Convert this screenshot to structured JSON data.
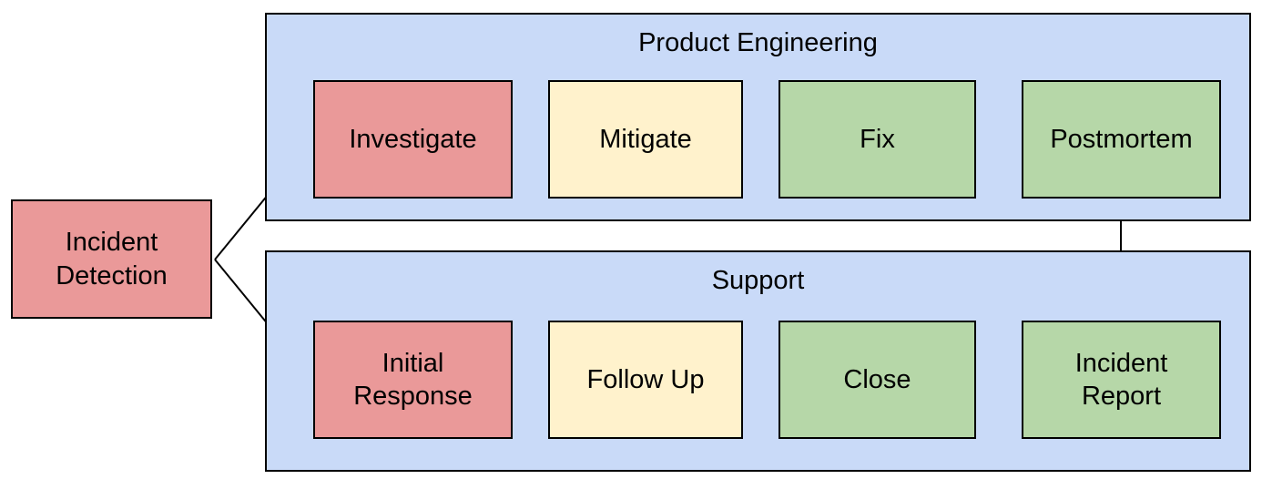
{
  "diagram": {
    "type": "flowchart",
    "source_node": {
      "id": "incident-detection",
      "label": "Incident\nDetection",
      "fill": "#EA9999"
    },
    "lanes": [
      {
        "label": "Product Engineering",
        "fill": "#C9DAF8",
        "nodes": [
          {
            "id": "investigate",
            "label": "Investigate",
            "fill": "#EA9999"
          },
          {
            "id": "mitigate",
            "label": "Mitigate",
            "fill": "#FFF2CC"
          },
          {
            "id": "fix",
            "label": "Fix",
            "fill": "#B6D7A8"
          },
          {
            "id": "postmortem",
            "label": "Postmortem",
            "fill": "#B6D7A8"
          }
        ]
      },
      {
        "label": "Support",
        "fill": "#C9DAF8",
        "nodes": [
          {
            "id": "initial-response",
            "label": "Initial\nResponse",
            "fill": "#EA9999"
          },
          {
            "id": "follow-up",
            "label": "Follow Up",
            "fill": "#FFF2CC"
          },
          {
            "id": "close",
            "label": "Close",
            "fill": "#B6D7A8"
          },
          {
            "id": "incident-report",
            "label": "Incident\nReport",
            "fill": "#B6D7A8"
          }
        ]
      }
    ],
    "edges": [
      {
        "from": "Incident Detection",
        "to": "Investigate"
      },
      {
        "from": "Incident Detection",
        "to": "Initial Response"
      },
      {
        "from": "Investigate",
        "to": "Mitigate"
      },
      {
        "from": "Mitigate",
        "to": "Fix"
      },
      {
        "from": "Fix",
        "to": "Postmortem"
      },
      {
        "from": "Postmortem",
        "to": "Incident Report"
      },
      {
        "from": "Initial Response",
        "to": "Follow Up"
      },
      {
        "from": "Follow Up",
        "to": "Close"
      },
      {
        "from": "Close",
        "to": "Incident Report"
      }
    ],
    "colors": {
      "node_red": "#EA9999",
      "node_yellow": "#FFF2CC",
      "node_green": "#B6D7A8",
      "lane_blue": "#C9DAF8",
      "border": "#000000",
      "arrow": "#000000",
      "background": "#FFFFFF"
    }
  }
}
